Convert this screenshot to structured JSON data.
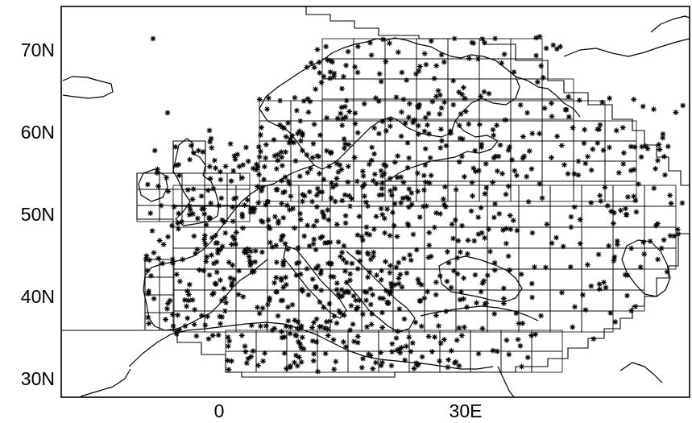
{
  "map": {
    "axes": {
      "y_ticks": [
        {
          "lat": 70,
          "label": "70N"
        },
        {
          "lat": 60,
          "label": "60N"
        },
        {
          "lat": 50,
          "label": "50N"
        },
        {
          "lat": 40,
          "label": "40N"
        },
        {
          "lat": 30,
          "label": "30N"
        }
      ],
      "x_ticks": [
        {
          "lon": 0,
          "label": "0"
        },
        {
          "lon": 30,
          "label": "30E"
        }
      ],
      "lon_range": [
        -20,
        58
      ],
      "lat_range": [
        28,
        75
      ]
    },
    "features": [
      "coastline",
      "station-grid-boxes",
      "station-markers"
    ],
    "marker_symbol": "asterisk"
  }
}
